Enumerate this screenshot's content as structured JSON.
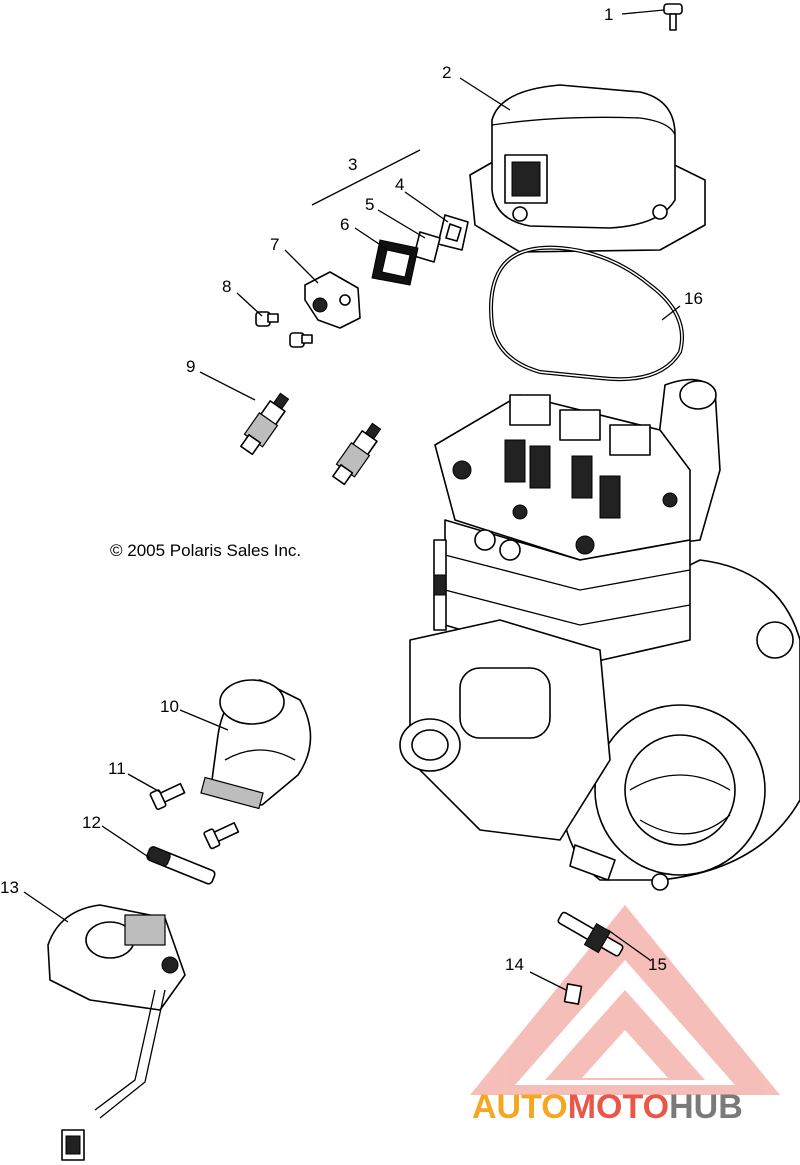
{
  "copyright": "© 2005 Polaris Sales Inc.",
  "callouts": [
    "1",
    "2",
    "3",
    "4",
    "5",
    "6",
    "7",
    "8",
    "9",
    "10",
    "11",
    "12",
    "13",
    "14",
    "15",
    "16"
  ],
  "watermark": {
    "part_a": "AUTO",
    "part_b": "MOTO",
    "part_c": "HUB",
    "color_a": "#f5a623",
    "color_b": "#e8574a",
    "color_c": "#7a7a7a"
  }
}
